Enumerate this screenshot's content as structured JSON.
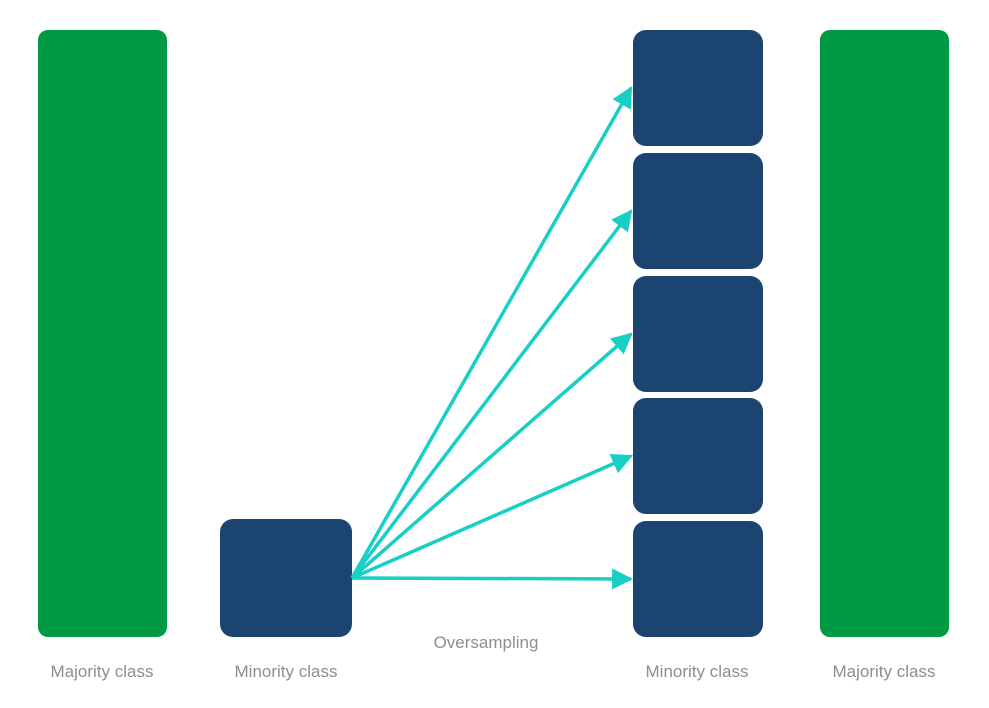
{
  "diagram": {
    "labels": {
      "majority_left": "Majority class",
      "minority_source": "Minority class",
      "process": "Oversampling",
      "minority_result": "Minority class",
      "majority_right": "Majority class"
    },
    "minority_copies": 5,
    "colors": {
      "majority_bar": "#009A44",
      "minority_box": "#1B4470",
      "arrow": "#17CFC5",
      "label_text": "#8B8E94",
      "background": "#FFFFFF"
    }
  }
}
